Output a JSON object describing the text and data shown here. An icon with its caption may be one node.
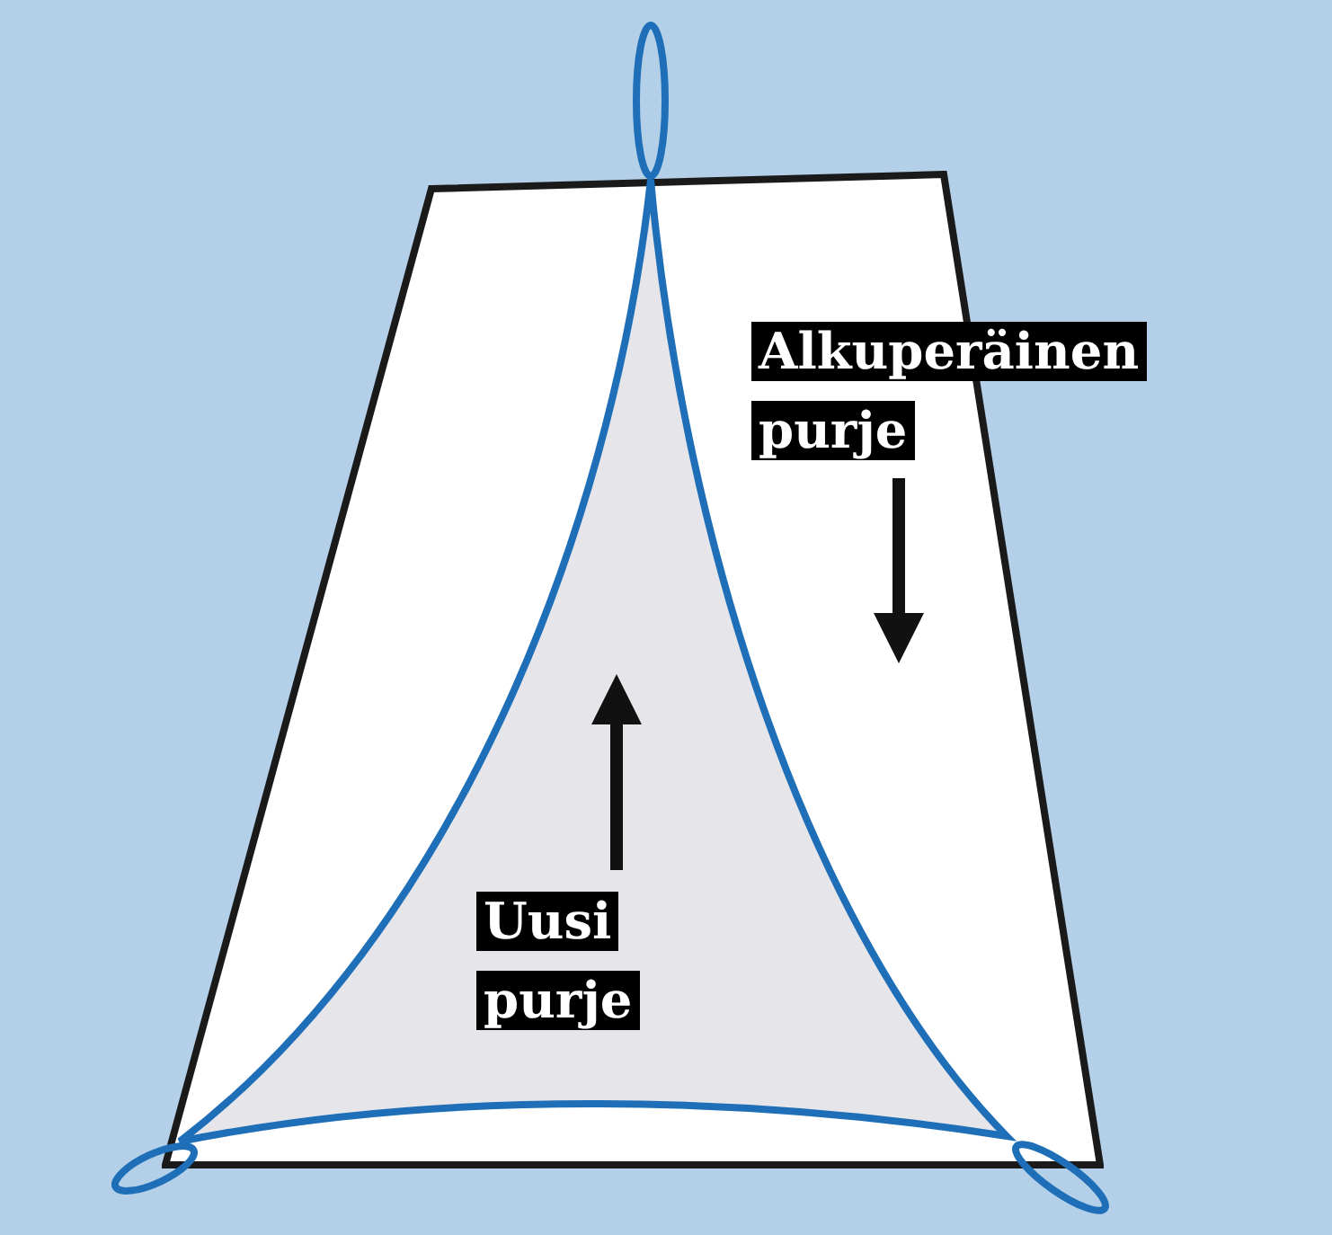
{
  "diagram": {
    "nodes": [
      {
        "text": [],
        "shape": "trapezoid"
      },
      {
        "text": [],
        "shape": "triangle",
        "in": 0
      },
      {
        "text": [
          "Alkuperäinen purje"
        ],
        "in": 0
      },
      {
        "text": [
          "Uusi purje"
        ],
        "in": 1
      }
    ],
    "edges": [
      {
        "from": 2,
        "to": 0,
        "arrow": "to"
      },
      {
        "from": 3,
        "to": 1,
        "arrow": "to"
      }
    ]
  }
}
